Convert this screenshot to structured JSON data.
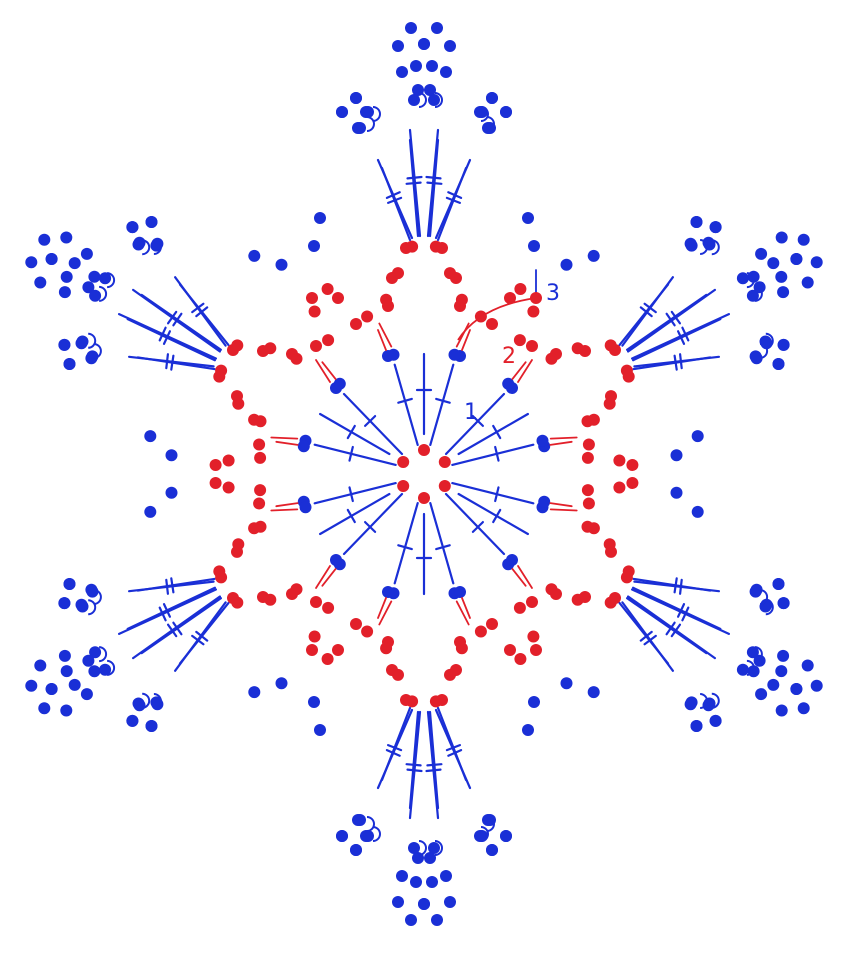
{
  "diagram": {
    "colors": {
      "round_outer": "#1a2fd6",
      "round_inner": "#e2202a",
      "background": "#ffffff"
    },
    "round_labels": [
      {
        "text": "1",
        "color": "#1a2fd6"
      },
      {
        "text": "2",
        "color": "#e2202a"
      },
      {
        "text": "3",
        "color": "#1a2fd6"
      }
    ]
  }
}
